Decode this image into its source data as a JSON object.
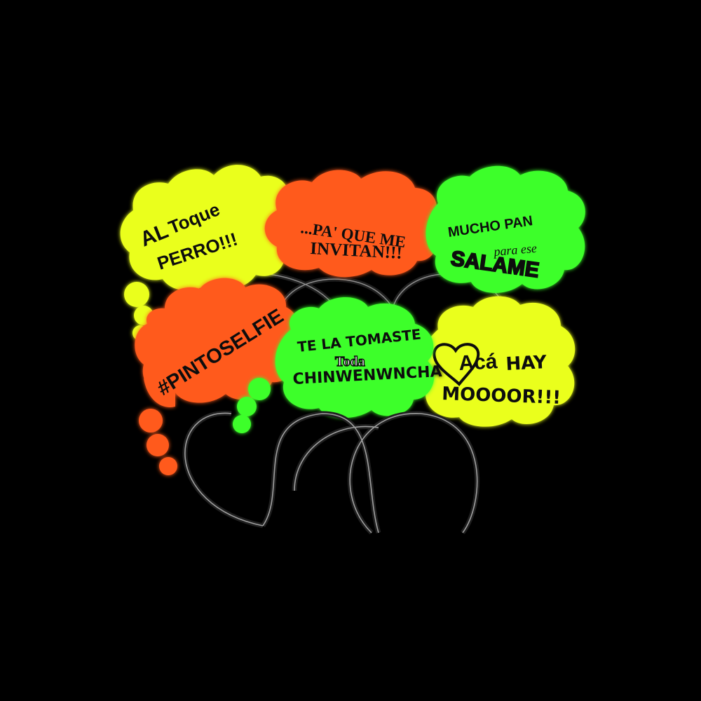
{
  "colors": {
    "background": "#000000",
    "neon_yellow": "#eaff1e",
    "neon_orange": "#ff5a1e",
    "neon_green": "#3cff2a",
    "headband": "#1a1a1a",
    "text": "#111111"
  },
  "signs": {
    "altoque": {
      "line1a": "AL",
      "line1b": "Toque",
      "line2": "PERRO!!!"
    },
    "paque": {
      "line1": "...PA' QUE ME",
      "line2": "INVITAN!!!"
    },
    "mucho": {
      "line1": "MUCHO PAN",
      "line2": "para ese",
      "line3": "SALAME"
    },
    "pinto": {
      "line1": "#PINTOSELFIE"
    },
    "tetomaste": {
      "line1": "TE LA TOMASTE",
      "line2": "Toda",
      "line3": "CHINWENWNCHA"
    },
    "aca": {
      "line1a": "Acá",
      "line1b": "HAY",
      "line2": "MOOOOR!!!"
    }
  }
}
